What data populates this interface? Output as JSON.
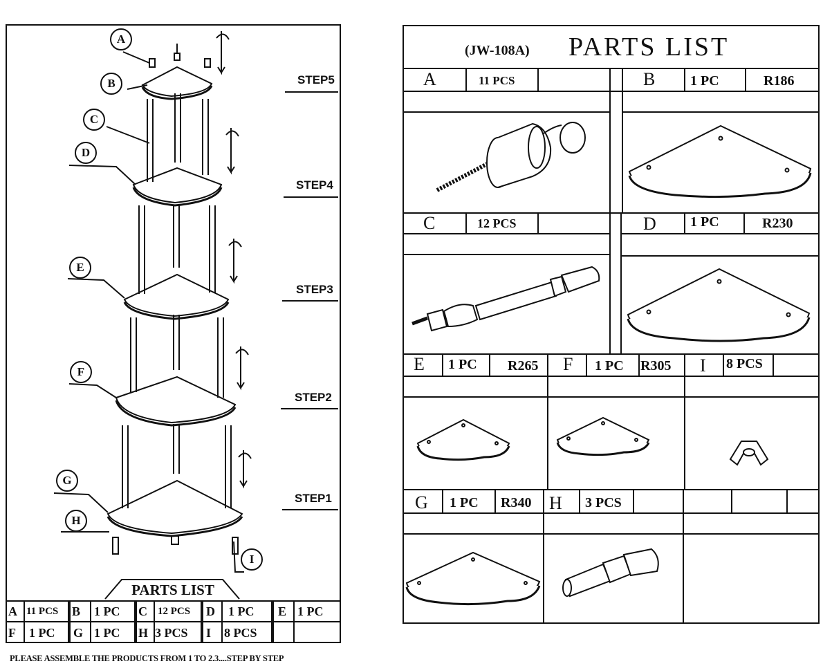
{
  "instructions": {
    "callouts": [
      "A",
      "B",
      "C",
      "D",
      "E",
      "F",
      "G",
      "H",
      "I"
    ],
    "steps": [
      "STEP5",
      "STEP4",
      "STEP3",
      "STEP2",
      "STEP1"
    ],
    "parts_list_title": "PARTS LIST",
    "table_row1": [
      {
        "letter": "A",
        "qty": "11 PCS"
      },
      {
        "letter": "B",
        "qty": "1 PC"
      },
      {
        "letter": "C",
        "qty": "12 PCS"
      },
      {
        "letter": "D",
        "qty": "1 PC"
      },
      {
        "letter": "E",
        "qty": "1 PC"
      }
    ],
    "table_row2": [
      {
        "letter": "F",
        "qty": "1 PC"
      },
      {
        "letter": "G",
        "qty": "1 PC"
      },
      {
        "letter": "H",
        "qty": "3 PCS"
      },
      {
        "letter": "I",
        "qty": "8 PCS"
      }
    ],
    "footer": "PLEASE ASSEMBLE THE PRODUCTS FROM 1 TO 2.3....STEP BY STEP"
  },
  "parts_list": {
    "model": "(JW-108A)",
    "title": "PARTS LIST",
    "a": {
      "letter": "A",
      "qty": "11 PCS"
    },
    "b": {
      "letter": "B",
      "qty": "1 PC",
      "size": "R186"
    },
    "c": {
      "letter": "C",
      "qty": "12 PCS"
    },
    "d": {
      "letter": "D",
      "qty": "1 PC",
      "size": "R230"
    },
    "e": {
      "letter": "E",
      "qty": "1 PC",
      "size": "R265"
    },
    "f": {
      "letter": "F",
      "qty": "1 PC",
      "size": "R305"
    },
    "i": {
      "letter": "I",
      "qty": "8 PCS"
    },
    "g": {
      "letter": "G",
      "qty": "1 PC",
      "size": "R340"
    },
    "h": {
      "letter": "H",
      "qty": "3 PCS"
    }
  }
}
